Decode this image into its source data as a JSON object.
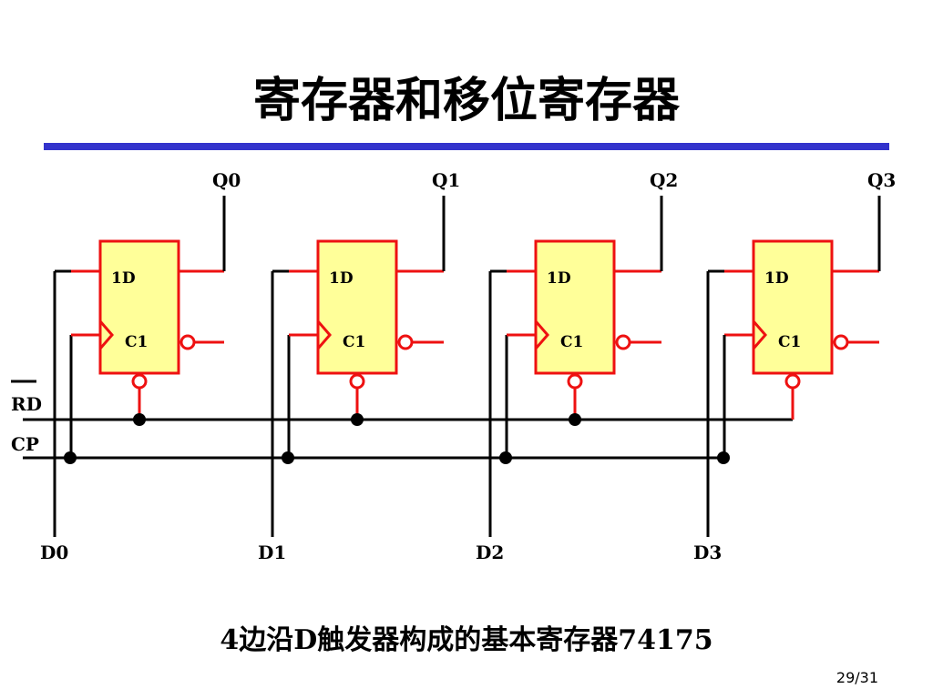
{
  "slide": {
    "title": "寄存器和移位寄存器",
    "caption": "4边沿D触发器构成的基本寄存器74175",
    "page": "29/31"
  },
  "diagram": {
    "signals": {
      "reset": "RD",
      "clock": "CP"
    },
    "flipflops": [
      {
        "input_label": "1D",
        "clock_label": "C1",
        "output_label": "Q0",
        "data_label": "D0"
      },
      {
        "input_label": "1D",
        "clock_label": "C1",
        "output_label": "Q1",
        "data_label": "D1"
      },
      {
        "input_label": "1D",
        "clock_label": "C1",
        "output_label": "Q2",
        "data_label": "D2"
      },
      {
        "input_label": "1D",
        "clock_label": "C1",
        "output_label": "Q3",
        "data_label": "D3"
      }
    ]
  },
  "colors": {
    "accent_rule": "#3333cc",
    "component": "#ee1111",
    "component_fill": "#ffff99",
    "wire": "#000000"
  }
}
